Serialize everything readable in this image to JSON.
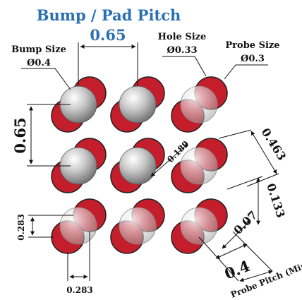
{
  "title": "Bump / Pad Pitch",
  "pitch": "0.65",
  "pitch_vertical": "0.65",
  "labels": {
    "bump_size_title": "Bump Size",
    "bump_size_value": "Ø0.4",
    "hole_size_title": "Hole Size",
    "hole_size_value": "Ø0.33",
    "probe_size_title": "Probe Size",
    "probe_size_value": "Ø0.3"
  },
  "dims": {
    "d_189": "0.189",
    "d_463": "0.463",
    "d_133": "0.133",
    "d_07": "0.07",
    "d_04": "0.4",
    "probe_pitch_min": "Probe Pitch (Min)",
    "offset_vertical": "0.283",
    "offset_horizontal": "0.283"
  },
  "colors": {
    "title": "#2a6fb3",
    "pad_red": "#c41e2c",
    "sphere_gray": "#9a9a9a",
    "line": "#111111"
  }
}
